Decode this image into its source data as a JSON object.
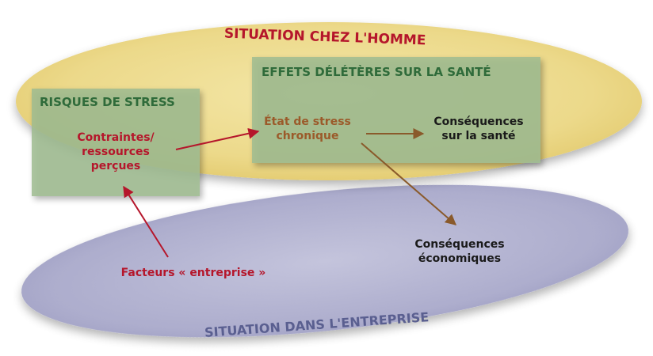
{
  "diagram": {
    "situation_homme": {
      "label": "SITUATION CHEZ L'HOMME"
    },
    "situation_entreprise": {
      "label": "SITUATION DANS L'ENTREPRISE"
    },
    "risques_box": {
      "title": "RISQUES DE STRESS",
      "content_lines": [
        "Contraintes/",
        "ressources",
        "perçues"
      ]
    },
    "effets_box": {
      "title": "EFFETS DÉLÉTÈRES SUR LA SANTÉ"
    },
    "etat_stress": {
      "lines": [
        "État de stress",
        "chronique"
      ]
    },
    "consequences_sante": {
      "lines": [
        "Conséquences",
        "sur la santé"
      ]
    },
    "consequences_eco": {
      "lines": [
        "Conséquences",
        "économiques"
      ]
    },
    "facteurs": {
      "label": "Facteurs « entreprise »"
    }
  },
  "colors": {
    "yellow_ellipse": "#ecd98a",
    "purple_ellipse": "#adadcd",
    "box_fill": "#9fbc90",
    "box_title": "#2f6b3a",
    "red_text": "#b5162b",
    "brown_text": "#9b5a2a",
    "dark_text": "#1a1a1a",
    "situation_homme_text": "#b5162b",
    "situation_entreprise_text": "#5a5f90",
    "arrow_red": "#b5162b",
    "arrow_brown": "#8a5a2b"
  }
}
